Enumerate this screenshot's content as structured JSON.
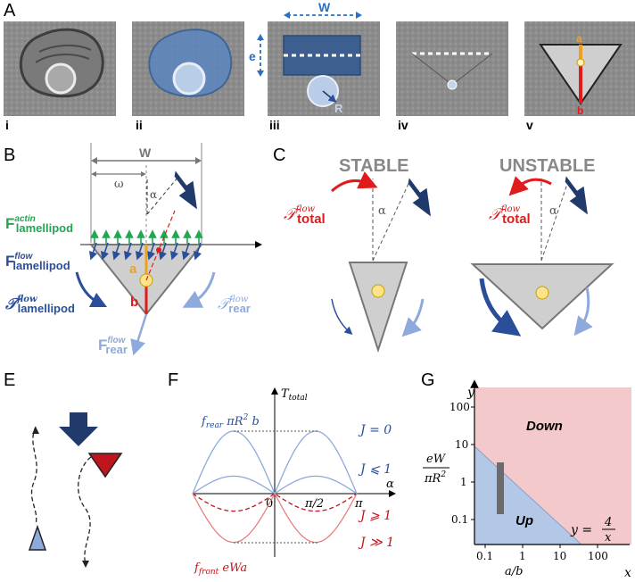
{
  "panels": {
    "A": "A",
    "B": "B",
    "C": "C",
    "E": "E",
    "F": "F",
    "G": "G"
  },
  "panelA": {
    "sublabels": [
      "i",
      "ii",
      "iii",
      "iv",
      "v"
    ],
    "width_label": "W",
    "e_label": "e",
    "radius_label": "R",
    "a_label": "a",
    "b_label": "b"
  },
  "panelB": {
    "W": "W",
    "omega": "ω",
    "alpha": "α",
    "F_actin_main": "F",
    "F_actin_sup": "actin",
    "F_actin_sub": "lamellipod",
    "F_flow_main": "F",
    "F_flow_sup": "flow",
    "F_flow_sub": "lamellipod",
    "T_lam_main": "𝒯",
    "T_lam_sup": "flow",
    "T_lam_sub": "lamellipod",
    "T_rear_main": "𝒯",
    "T_rear_sup": "flow",
    "T_rear_sub": "rear",
    "F_rear_main": "F",
    "F_rear_sup": "flow",
    "F_rear_sub": "rear",
    "a": "a",
    "b": "b"
  },
  "panelC": {
    "stable": "STABLE",
    "unstable": "UNSTABLE",
    "T_main": "𝒯",
    "T_sup": "flow",
    "T_sub": "total",
    "alpha": "α"
  },
  "panelF": {
    "y_axis": "T",
    "y_axis_sub": "total",
    "x_axis": "α",
    "origin": "0",
    "half_pi": "π/2",
    "pi": "π",
    "rear_label": "f",
    "rear_sub": "rear",
    "rear_expr": " πR",
    "rear_sup": "2",
    "rear_tail": " b",
    "front_label": "f",
    "front_sub": "front",
    "front_expr": " eWa",
    "J_labels": [
      "J = 0",
      "J ⩽ 1",
      "J ⩾ 1",
      "J ≫ 1"
    ]
  },
  "panelG": {
    "x_axis": "x",
    "y_axis": "y",
    "xlabel": "a/b",
    "ylabel_num": "eW",
    "ylabel_den": "πR",
    "ylabel_den_sup": "2",
    "region_down": "Down",
    "region_up": "Up",
    "eq_lhs": "y =",
    "eq_num": "4",
    "eq_den": "x",
    "xticks": [
      "0.1",
      "1",
      "10",
      "100"
    ],
    "yticks": [
      "100",
      "10",
      "1",
      "0.1"
    ]
  },
  "colors": {
    "navy": "#1f3a6b",
    "blue": "#2b4e9b",
    "light_blue": "#8eaadc",
    "green": "#22a651",
    "red": "#e01b1b",
    "orange": "#f0a020",
    "gray": "#888888",
    "down_region": "#f4c9cb",
    "up_region": "#b3c7e6"
  }
}
